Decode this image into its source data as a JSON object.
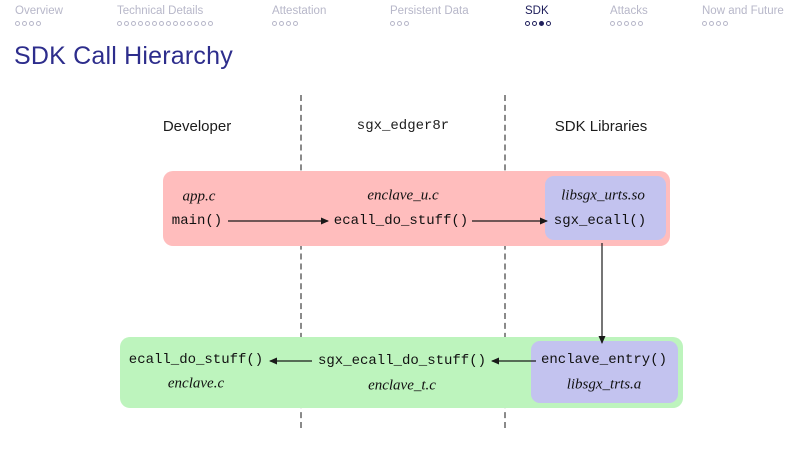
{
  "title": "SDK Call Hierarchy",
  "nav": {
    "sections": [
      {
        "label": "Overview",
        "dots": 4,
        "active_dot": -1,
        "active": false
      },
      {
        "label": "Technical Details",
        "dots": 14,
        "active_dot": -1,
        "active": false
      },
      {
        "label": "Attestation",
        "dots": 4,
        "active_dot": -1,
        "active": false
      },
      {
        "label": "Persistent Data",
        "dots": 3,
        "active_dot": -1,
        "active": false
      },
      {
        "label": "SDK",
        "dots": 4,
        "active_dot": 2,
        "active": true
      },
      {
        "label": "Attacks",
        "dots": 5,
        "active_dot": -1,
        "active": false
      },
      {
        "label": "Now and Future",
        "dots": 4,
        "active_dot": -1,
        "active": false
      }
    ]
  },
  "diagram": {
    "columns": [
      {
        "label": "Developer"
      },
      {
        "label": "sgx_edger8r"
      },
      {
        "label": "SDK Libraries"
      }
    ],
    "top_row": {
      "app_file": "app.c",
      "app_func": "main()",
      "edger_file": "enclave_u.c",
      "edger_func": "ecall_do_stuff()",
      "lib_file": "libsgx_urts.so",
      "lib_func": "sgx_ecall()"
    },
    "bottom_row": {
      "enclave_func": "ecall_do_stuff()",
      "enclave_file": "enclave.c",
      "edger_func": "sgx_ecall_do_stuff()",
      "edger_file": "enclave_t.c",
      "lib_func": "enclave_entry()",
      "lib_file": "libsgx_trts.a"
    },
    "colors": {
      "untrusted_box": "#FFBDBD",
      "trusted_box": "#BDF4BD",
      "library_box": "#C3C3EF",
      "accent_title": "#2d2d8c",
      "nav_active": "#20205c",
      "nav_inactive": "#b7b7c9"
    }
  }
}
